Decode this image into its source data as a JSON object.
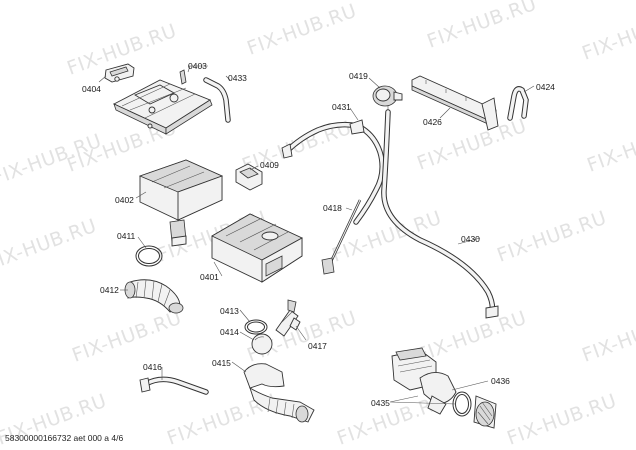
{
  "watermark": "FIX-HUB.RU",
  "footer": "58300000166732 aet 000 a 4/6",
  "labels": {
    "p0403": "0403",
    "p0404": "0404",
    "p0433": "0433",
    "p0419": "0419",
    "p0431": "0431",
    "p0426": "0426",
    "p0424": "0424",
    "p0409": "0409",
    "p0402": "0402",
    "p0418": "0418",
    "p0411": "0411",
    "p0430": "0430",
    "p0401": "0401",
    "p0412": "0412",
    "p0413": "0413",
    "p0414": "0414",
    "p0417": "0417",
    "p0416": "0416",
    "p0415": "0415",
    "p0436": "0436",
    "p0435": "0435"
  }
}
